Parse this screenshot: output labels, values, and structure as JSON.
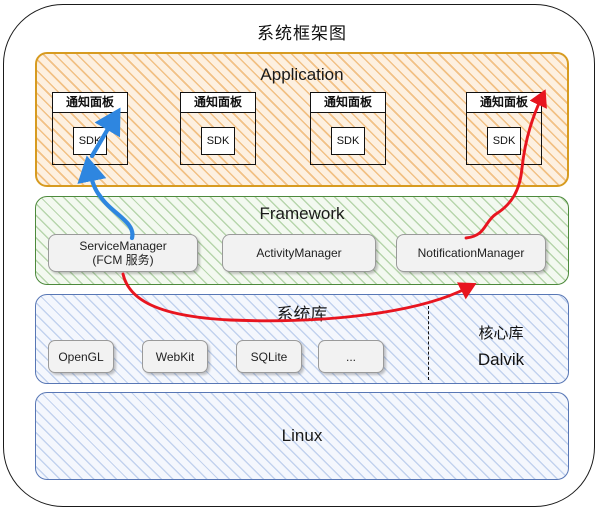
{
  "diagram": {
    "title": "系统框架图",
    "colors": {
      "application_border": "#d79b20",
      "application_fill": "#fdf0e0",
      "framework_border": "#4d8a3c",
      "framework_fill": "#f3f9f0",
      "library_border": "#5877b5",
      "library_fill": "#f4f7fd",
      "arrow_blue": "#2e86e0",
      "arrow_red": "#e8151f",
      "outer_border": "#1a1a1a"
    }
  },
  "layers": {
    "application": {
      "title": "Application",
      "panels": [
        {
          "header": "通知面板",
          "sdk": "SDK"
        },
        {
          "header": "通知面板",
          "sdk": "SDK"
        },
        {
          "header": "通知面板",
          "sdk": "SDK"
        },
        {
          "header": "通知面板",
          "sdk": "SDK"
        }
      ]
    },
    "framework": {
      "title": "Framework",
      "modules": [
        {
          "line1": "ServiceManager",
          "line2": "(FCM 服务)"
        },
        {
          "line1": "ActivityManager",
          "line2": ""
        },
        {
          "line1": "NotificationManager",
          "line2": ""
        }
      ]
    },
    "system_library": {
      "title": "系统库",
      "modules": [
        "OpenGL",
        "WebKit",
        "SQLite",
        "..."
      ],
      "core_label": "核心库",
      "runtime": "Dalvik"
    },
    "linux": {
      "title": "Linux"
    }
  },
  "arrows": [
    {
      "name": "servicemanager-to-sdk",
      "color": "#2e86e0",
      "from": "ServiceManager",
      "to": "SDK"
    },
    {
      "name": "sdk-to-panel",
      "color": "#2e86e0",
      "from": "SDK",
      "to": "通知面板"
    },
    {
      "name": "servicemanager-to-notificationmanager",
      "color": "#e8151f",
      "from": "ServiceManager",
      "to": "NotificationManager"
    },
    {
      "name": "notificationmanager-to-panel",
      "color": "#e8151f",
      "from": "NotificationManager",
      "to": "通知面板"
    }
  ]
}
